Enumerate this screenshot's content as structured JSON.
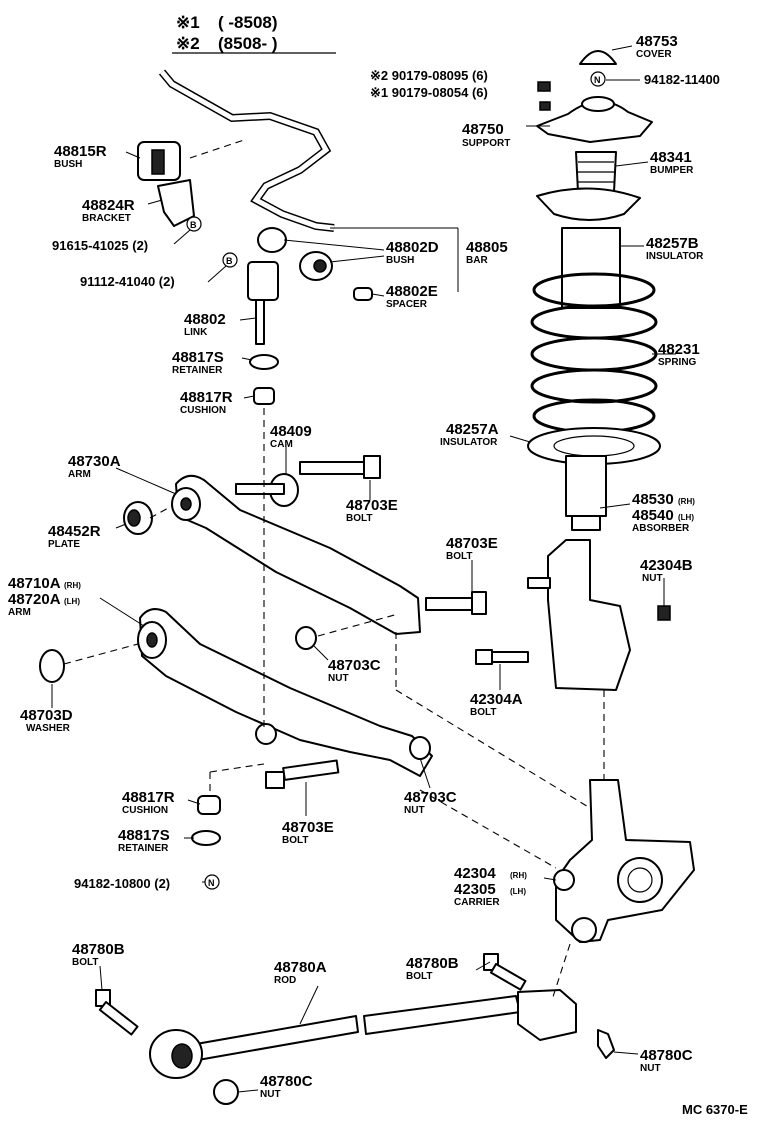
{
  "header": {
    "line1_mark": "※1",
    "line1_range": "(      -8508)",
    "line2_mark": "※2",
    "line2_range": "(8508-       )"
  },
  "labels": [
    {
      "id": "cover",
      "number": "48753",
      "name": "COVER"
    },
    {
      "id": "support",
      "number": "48750",
      "name": "SUPPORT"
    },
    {
      "id": "bumper",
      "number": "48341",
      "name": "BUMPER"
    },
    {
      "id": "insulator-b",
      "number": "48257B",
      "name": "INSULATOR"
    },
    {
      "id": "spring",
      "number": "48231",
      "name": "SPRING"
    },
    {
      "id": "insulator-a",
      "number": "48257A",
      "name": "INSULATOR"
    },
    {
      "id": "absorber",
      "number": "48530",
      "suffix": "(RH)",
      "number2": "48540",
      "suffix2": "(LH)",
      "name": "ABSORBER"
    },
    {
      "id": "nut-42304b",
      "number": "42304B",
      "name": "NUT"
    },
    {
      "id": "bolt-42304a",
      "number": "42304A",
      "name": "BOLT"
    },
    {
      "id": "carrier",
      "number": "42304",
      "suffix": "(RH)",
      "number2": "42305",
      "suffix2": "(LH)",
      "name": "CARRIER"
    },
    {
      "id": "bush-48815r",
      "number": "48815R",
      "name": "BUSH"
    },
    {
      "id": "bracket",
      "number": "48824R",
      "name": "BRACKET"
    },
    {
      "id": "bush-48802d",
      "number": "48802D",
      "name": "BUSH"
    },
    {
      "id": "bar",
      "number": "48805",
      "name": "BAR"
    },
    {
      "id": "spacer",
      "number": "48802E",
      "name": "SPACER"
    },
    {
      "id": "link",
      "number": "48802",
      "name": "LINK"
    },
    {
      "id": "retainer-top",
      "number": "48817S",
      "name": "RETAINER"
    },
    {
      "id": "cushion-top",
      "number": "48817R",
      "name": "CUSHION"
    },
    {
      "id": "cam",
      "number": "48409",
      "name": "CAM"
    },
    {
      "id": "arm-a",
      "number": "48730A",
      "name": "ARM"
    },
    {
      "id": "bolt-48703e-a",
      "number": "48703E",
      "name": "BOLT"
    },
    {
      "id": "plate",
      "number": "48452R",
      "name": "PLATE"
    },
    {
      "id": "bolt-48703e-b",
      "number": "48703E",
      "name": "BOLT"
    },
    {
      "id": "arm-rh-lh",
      "number": "48710A",
      "suffix": "(RH)",
      "number2": "48720A",
      "suffix2": "(LH)",
      "name": "ARM"
    },
    {
      "id": "nut-48703c-a",
      "number": "48703C",
      "name": "NUT"
    },
    {
      "id": "washer",
      "number": "48703D",
      "name": "WASHER"
    },
    {
      "id": "cushion-bottom",
      "number": "48817R",
      "name": "CUSHION"
    },
    {
      "id": "bolt-48703e-c",
      "number": "48703E",
      "name": "BOLT"
    },
    {
      "id": "nut-48703c-b",
      "number": "48703C",
      "name": "NUT"
    },
    {
      "id": "retainer-bottom",
      "number": "48817S",
      "name": "RETAINER"
    },
    {
      "id": "bolt-48780b-left",
      "number": "48780B",
      "name": "BOLT"
    },
    {
      "id": "rod",
      "number": "48780A",
      "name": "ROD"
    },
    {
      "id": "bolt-48780b-right",
      "number": "48780B",
      "name": "BOLT"
    },
    {
      "id": "nut-48780c-right",
      "number": "48780C",
      "name": "NUT"
    },
    {
      "id": "nut-48780c-bottom",
      "number": "48780C",
      "name": "NUT"
    }
  ],
  "refs": {
    "r1": "※2 90179-08095 (6)",
    "r2": "※1 90179-08054 (6)",
    "r3": "94182-11400",
    "r4": "91615-41025 (2)",
    "r5": "91112-41040 (2)",
    "r6": "94182-10800 (2)"
  },
  "symbols": {
    "n": "N",
    "b": "B"
  },
  "footer": {
    "code": "MC 6370-E"
  }
}
